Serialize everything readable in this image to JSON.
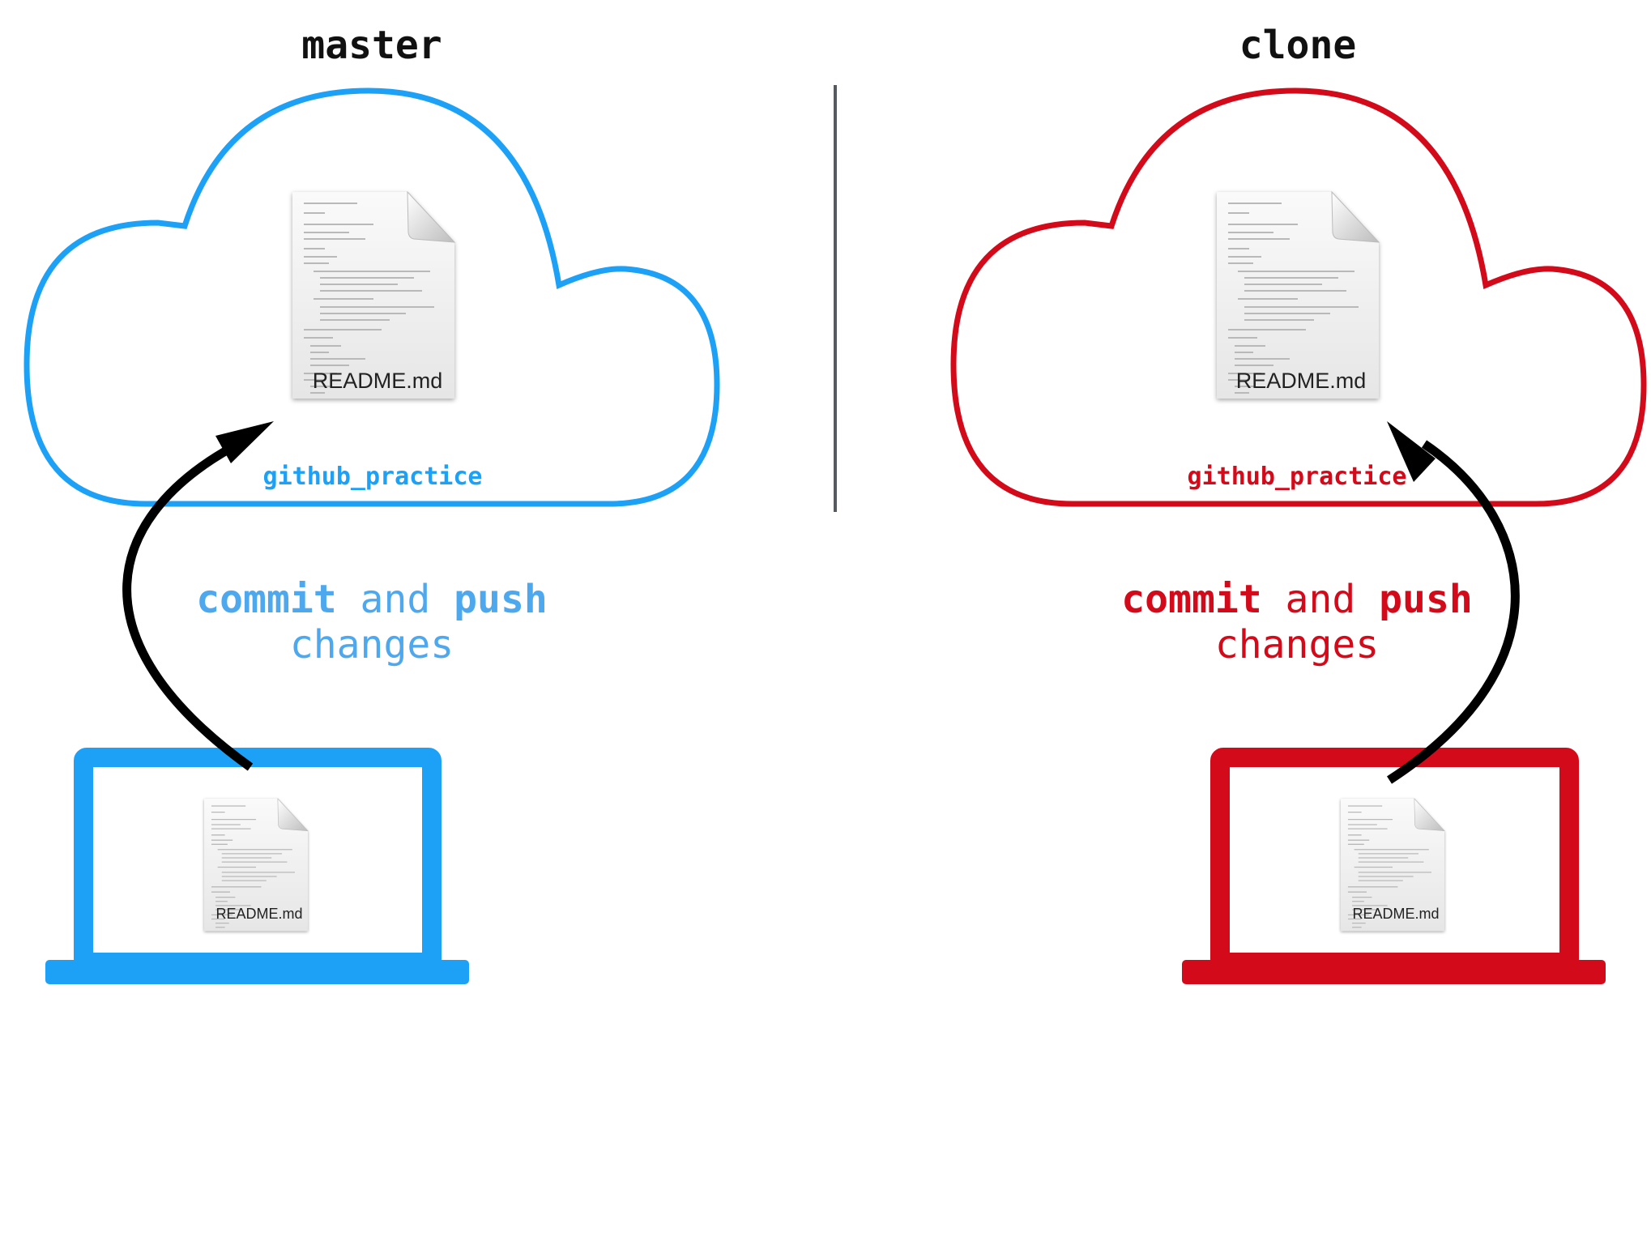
{
  "left": {
    "title": "master",
    "repo_label": "github_practice",
    "file_label_cloud": "README.md",
    "file_label_laptop": "README.md",
    "action": {
      "verb1": "commit",
      "joiner": " and ",
      "verb2": "push",
      "line2": "changes"
    },
    "color": "#1da1f7",
    "text_color": "#4ea8ee"
  },
  "right": {
    "title": "clone",
    "repo_label": "github_practice",
    "file_label_cloud": "README.md",
    "file_label_laptop": "README.md",
    "action": {
      "verb1": "commit",
      "joiner": " and ",
      "verb2": "push",
      "line2": "changes"
    },
    "color": "#d20a19",
    "text_color": "#d20a19"
  },
  "icons": {
    "cloud": "cloud-icon",
    "laptop": "laptop-icon",
    "document": "document-icon",
    "arrow": "curved-arrow-icon"
  }
}
